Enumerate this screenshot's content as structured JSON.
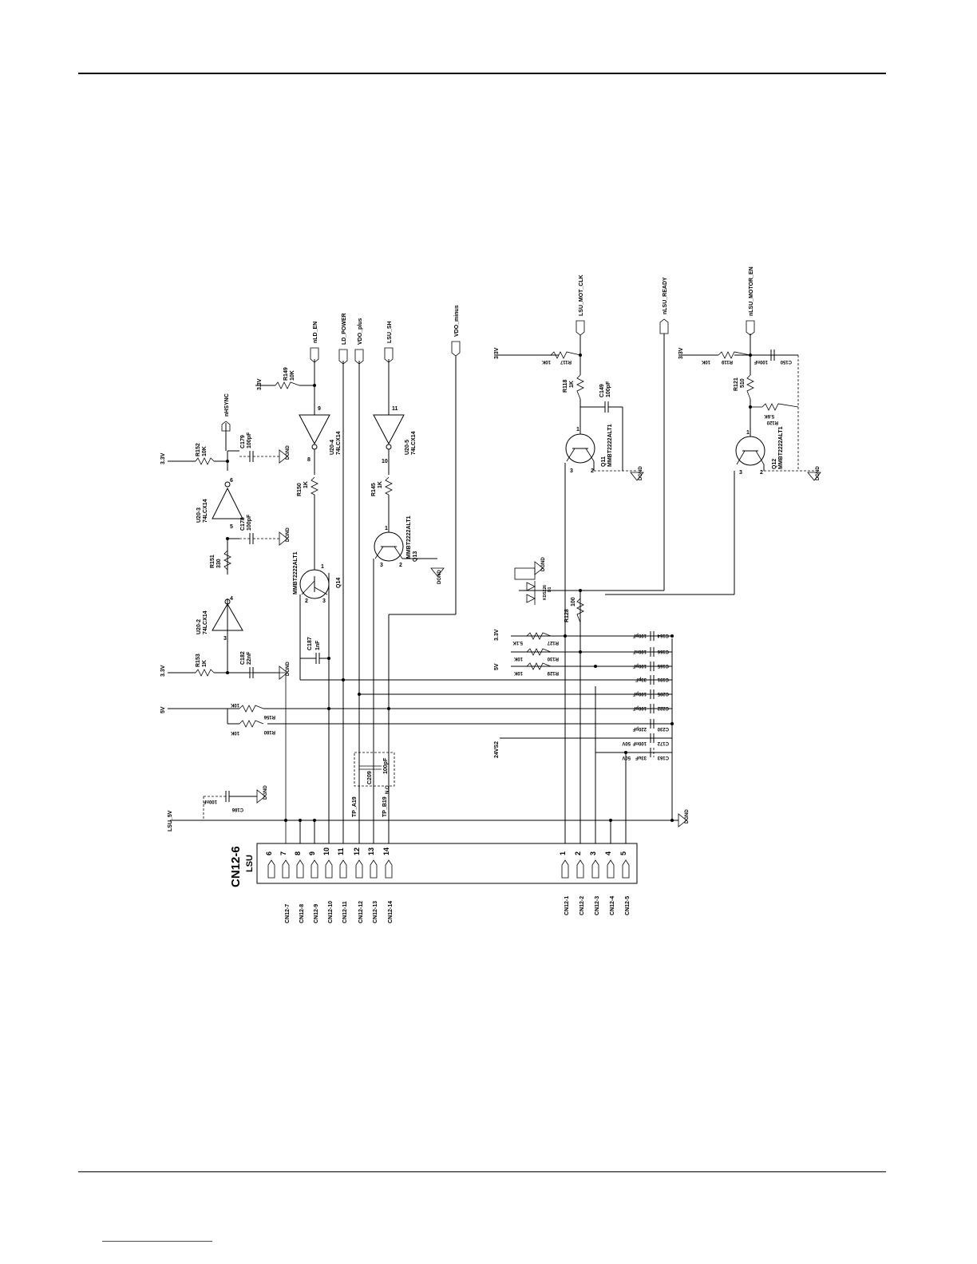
{
  "connector": {
    "ref": "CN12-6",
    "name": "LSU",
    "pins": [
      "6",
      "7",
      "8",
      "9",
      "10",
      "11",
      "12",
      "13",
      "14",
      "1",
      "2",
      "3",
      "4",
      "5"
    ],
    "net_labels": [
      "CN12-7",
      "CN12-8",
      "CN12-9",
      "CN12-10",
      "CN12-11",
      "CN12-12",
      "CN12-13",
      "CN12-14",
      "CN12-1",
      "CN12-2",
      "CN12-3",
      "CN12-4",
      "CN12-5"
    ]
  },
  "signals": {
    "top": [
      "nLD_EN",
      "LD_POWER",
      "VDO_plus",
      "LSU_SH",
      "VDO_minus",
      "LSU_MOT_CLK",
      "nLSU_READY",
      "nLSU_MOTOR_EN",
      "nHSYNC"
    ],
    "rails": {
      "v33": "3.3V",
      "v5": "5V",
      "lsu5v": "LSU_5V",
      "v24": "24VS2",
      "gnd": "DGND"
    }
  },
  "ics": [
    {
      "ref": "U20-2",
      "part": "74LCX14",
      "in": "3",
      "out": "4"
    },
    {
      "ref": "U20-3",
      "part": "74LCX14",
      "in": "5",
      "out": "6"
    },
    {
      "ref": "U20-4",
      "part": "74LCX14",
      "in": "9",
      "out": "8"
    },
    {
      "ref": "U20-5",
      "part": "74LCX14",
      "in": "11",
      "out": "10"
    }
  ],
  "transistors": [
    {
      "ref": "Q14",
      "part": "MMBT2222ALT1"
    },
    {
      "ref": "Q13",
      "part": "MMBT2222ALT1"
    },
    {
      "ref": "Q11",
      "part": "MMBT2222ALT1"
    },
    {
      "ref": "Q12",
      "part": "MMBT2222ALT1"
    }
  ],
  "pin_numbers": {
    "one": "1",
    "two": "2",
    "three": "3"
  },
  "resistors": [
    {
      "ref": "R152",
      "val": "10K"
    },
    {
      "ref": "R151",
      "val": "330"
    },
    {
      "ref": "R153",
      "val": "1K"
    },
    {
      "ref": "R149",
      "val": "10K"
    },
    {
      "ref": "R150",
      "val": "1K"
    },
    {
      "ref": "R145",
      "val": "1K"
    },
    {
      "ref": "R156",
      "val": "10K"
    },
    {
      "ref": "R180",
      "val": "10K"
    },
    {
      "ref": "R117",
      "val": "10K"
    },
    {
      "ref": "R118",
      "val": "1K"
    },
    {
      "ref": "R119",
      "val": "10K"
    },
    {
      "ref": "R121",
      "val": "510"
    },
    {
      "ref": "R120",
      "val": "5.6K"
    },
    {
      "ref": "R128",
      "val": "100"
    },
    {
      "ref": "R127",
      "val": "5.1K"
    },
    {
      "ref": "R130",
      "val": "10K"
    },
    {
      "ref": "R129",
      "val": "10K"
    }
  ],
  "capacitors": [
    {
      "ref": "C179",
      "val": "100pF"
    },
    {
      "ref": "C178",
      "val": "100pF"
    },
    {
      "ref": "C182",
      "val": "22nF"
    },
    {
      "ref": "C187",
      "val": "1nF"
    },
    {
      "ref": "C186",
      "val": "100nF"
    },
    {
      "ref": "C209",
      "val": "100pF"
    },
    {
      "ref": "C149",
      "val": "100pF"
    },
    {
      "ref": "C150",
      "val": "100nF"
    },
    {
      "ref": "C164",
      "val": "100pF"
    },
    {
      "ref": "C166",
      "val": "100nF"
    },
    {
      "ref": "C165",
      "val": "100pF"
    },
    {
      "ref": "C191",
      "val": "33pF"
    },
    {
      "ref": "C205",
      "val": "100pF"
    },
    {
      "ref": "C222",
      "val": "100pF"
    },
    {
      "ref": "C230",
      "val": "220pF"
    },
    {
      "ref": "C172",
      "val": "100nF",
      "volt": "50V"
    },
    {
      "ref": "C163",
      "val": "33uF",
      "volt": "50V"
    }
  ],
  "diode": {
    "ref": "D1",
    "part": "KDS226"
  },
  "test_points": [
    "TP_A19",
    "TP_B19"
  ],
  "nc": "N.C"
}
